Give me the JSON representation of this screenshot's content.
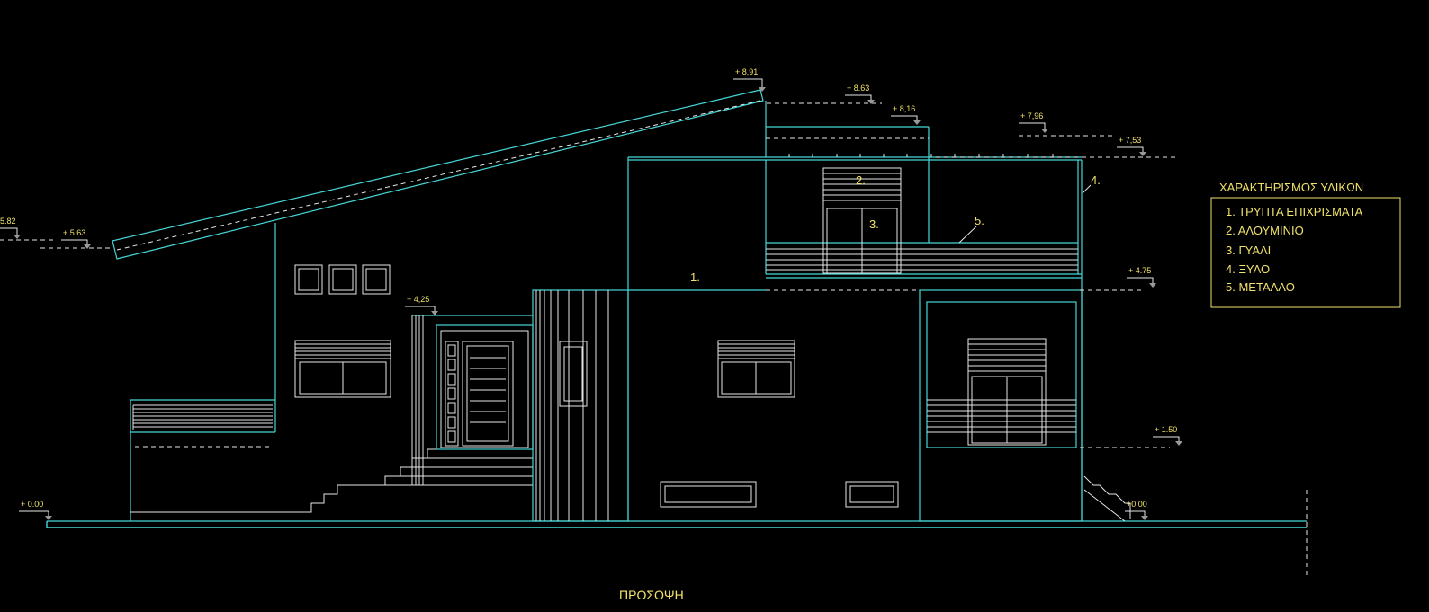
{
  "drawing": {
    "title": "ΠΡΟΣΟΨΗ",
    "levels": [
      {
        "id": "lvl-891",
        "label": "+ 8,91"
      },
      {
        "id": "lvl-863",
        "label": "+ 8.63"
      },
      {
        "id": "lvl-816",
        "label": "+ 8,16"
      },
      {
        "id": "lvl-796",
        "label": "+ 7,96"
      },
      {
        "id": "lvl-753",
        "label": "+ 7,53"
      },
      {
        "id": "lvl-582",
        "label": "5.82"
      },
      {
        "id": "lvl-563",
        "label": "+ 5.63"
      },
      {
        "id": "lvl-475",
        "label": "+ 4.75"
      },
      {
        "id": "lvl-425",
        "label": "+ 4,25"
      },
      {
        "id": "lvl-150",
        "label": "+ 1.50"
      },
      {
        "id": "lvl-000-left",
        "label": "+ 0.00"
      },
      {
        "id": "lvl-000-right",
        "label": "+0.00"
      }
    ],
    "material_tags": {
      "t1": "1.",
      "t2": "2.",
      "t3": "3.",
      "t4": "4.",
      "t5": "5."
    }
  },
  "legend": {
    "title": "ΧΑΡΑΚΤΗΡΙΣΜΟΣ ΥΛΙΚΩΝ",
    "items": [
      "1. ΤΡΥΠΤΑ ΕΠΙΧΡΙΣΜΑΤΑ",
      "2. ΑΛΟΥΜΙΝΙΟ",
      "3. ΓΥΑΛΙ",
      "4. ΞΥΛΟ",
      "5. ΜΕΤΑΛΛΟ"
    ]
  },
  "colors": {
    "background": "#000000",
    "outline": "#45d6d6",
    "detail": "#e6e6e6",
    "annotation": "#f0e26a"
  }
}
